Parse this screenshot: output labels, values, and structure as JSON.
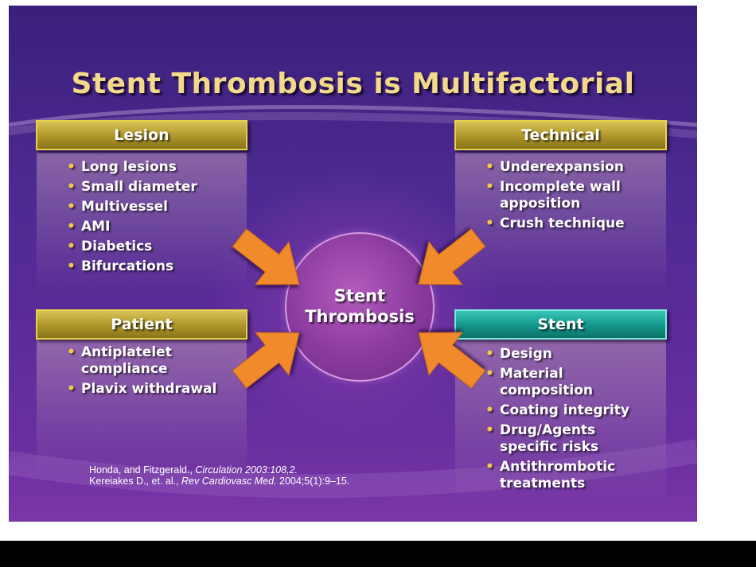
{
  "slide": {
    "title": "Stent Thrombosis is Multifactorial",
    "center_label": "Stent\nThrombosis",
    "boxes": {
      "lesion": {
        "header": "Lesion",
        "items": [
          "Long lesions",
          "Small diameter",
          "Multivessel",
          "AMI",
          "Diabetics",
          "Bifurcations"
        ]
      },
      "technical": {
        "header": "Technical",
        "items": [
          "Underexpansion",
          "Incomplete wall apposition",
          "Crush technique"
        ]
      },
      "patient": {
        "header": "Patient",
        "items": [
          "Antiplatelet compliance",
          "Plavix withdrawal"
        ]
      },
      "stent": {
        "header": "Stent",
        "items": [
          "Design",
          "Material composition",
          "Coating integrity",
          "Drug/Agents specific risks",
          "Antithrombotic treatments"
        ]
      }
    },
    "references": {
      "ref1_authors": "Honda, and Fitzgerald., ",
      "ref1_journal": "Circulation 2003:108,2.",
      "ref2_authors": "Kereiakes D., et. al., ",
      "ref2_journal": "Rev Cardiovasc Med.",
      "ref2_rest": " 2004;5(1):9–15."
    }
  },
  "colors": {
    "title": "#f3d98a",
    "header_gold": "#b59d2e",
    "header_teal": "#179e91",
    "arrow": "#f08a2a",
    "bullet": "#f2c84a",
    "circle": "#8a3a9e"
  }
}
